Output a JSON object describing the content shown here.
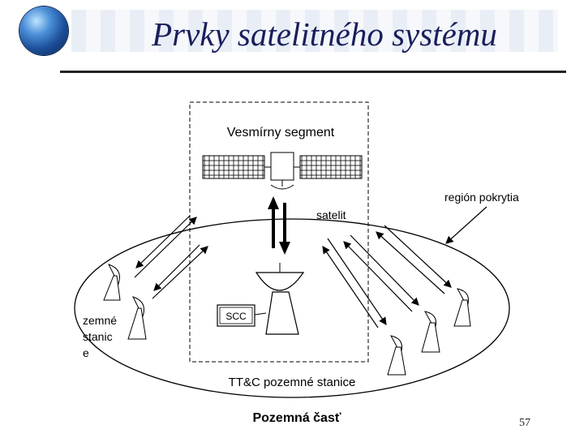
{
  "slide": {
    "title": "Prvky satelitného systému",
    "page_number": "57"
  },
  "diagram": {
    "space_segment_label": "Vesmírny segment",
    "satellite_label": "satelit",
    "coverage_label": "región pokrytia",
    "ground_station_label_lines": [
      "zemné",
      "stanic",
      "e"
    ],
    "ttc_label": "TT&C pozemné stanice",
    "scc_label": "SCC",
    "ground_segment_label": "Pozemná časť"
  }
}
